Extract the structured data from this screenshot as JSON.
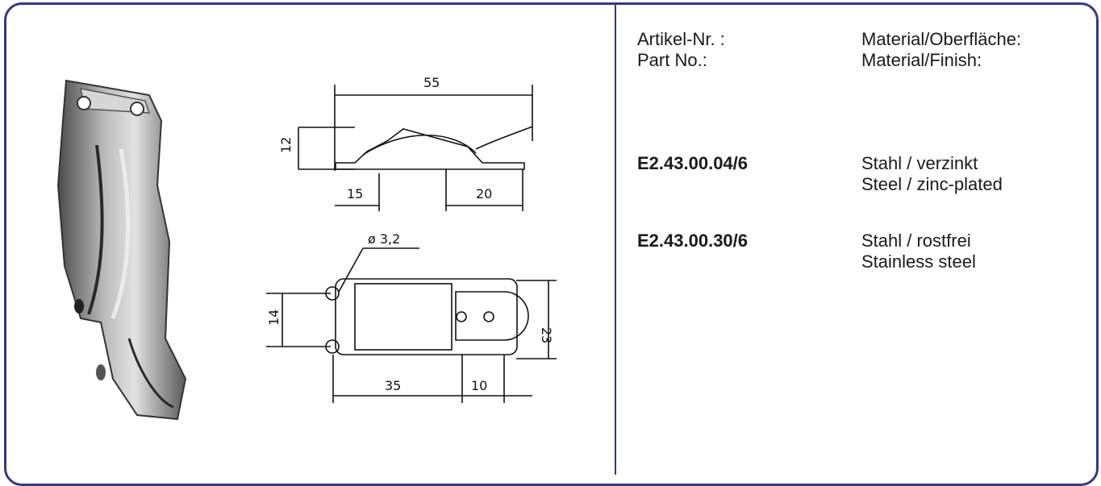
{
  "header": {
    "article_label_de": "Artikel-Nr. :",
    "article_label_en": "Part No.:",
    "material_label_de": "Material/Oberfläche:",
    "material_label_en": "Material/Finish:"
  },
  "items": [
    {
      "part_no": "E2.43.00.04/6",
      "material_de": "Stahl / verzinkt",
      "material_en": "Steel / zinc-plated"
    },
    {
      "part_no": "E2.43.00.30/6",
      "material_de": "Stahl / rostfrei",
      "material_en": "Stainless steel"
    }
  ],
  "drawing": {
    "dims": {
      "total_length": "55",
      "height": "12",
      "left_offset": "15",
      "right_offset": "20",
      "hole_dia": "ø 3,2",
      "hole_spacing": "14",
      "width": "23",
      "body_length": "35",
      "tab_length": "10"
    }
  },
  "colors": {
    "frame": "#353a7c"
  }
}
